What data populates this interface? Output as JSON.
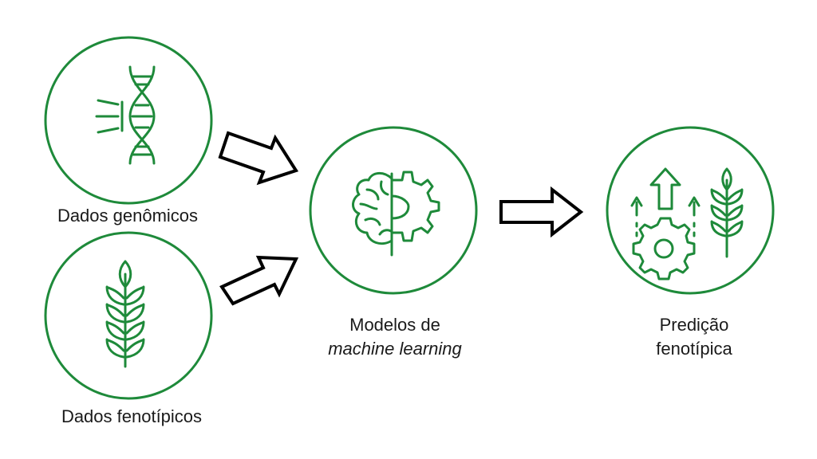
{
  "nodes": {
    "genomic": {
      "label": "Dados genômicos",
      "icon": "dna-icon"
    },
    "phenotypic": {
      "label": "Dados fenotípicos",
      "icon": "wheat-icon"
    },
    "models": {
      "label_line1": "Modelos de",
      "label_line2": "machine learning",
      "icon": "brain-gear-icon"
    },
    "prediction": {
      "label_line1": "Predição",
      "label_line2": "fenotípica",
      "icon": "gear-arrows-wheat-icon"
    }
  },
  "colors": {
    "accent": "#1e8a3a",
    "arrow_stroke": "#000000",
    "text": "#1a1a1a"
  }
}
